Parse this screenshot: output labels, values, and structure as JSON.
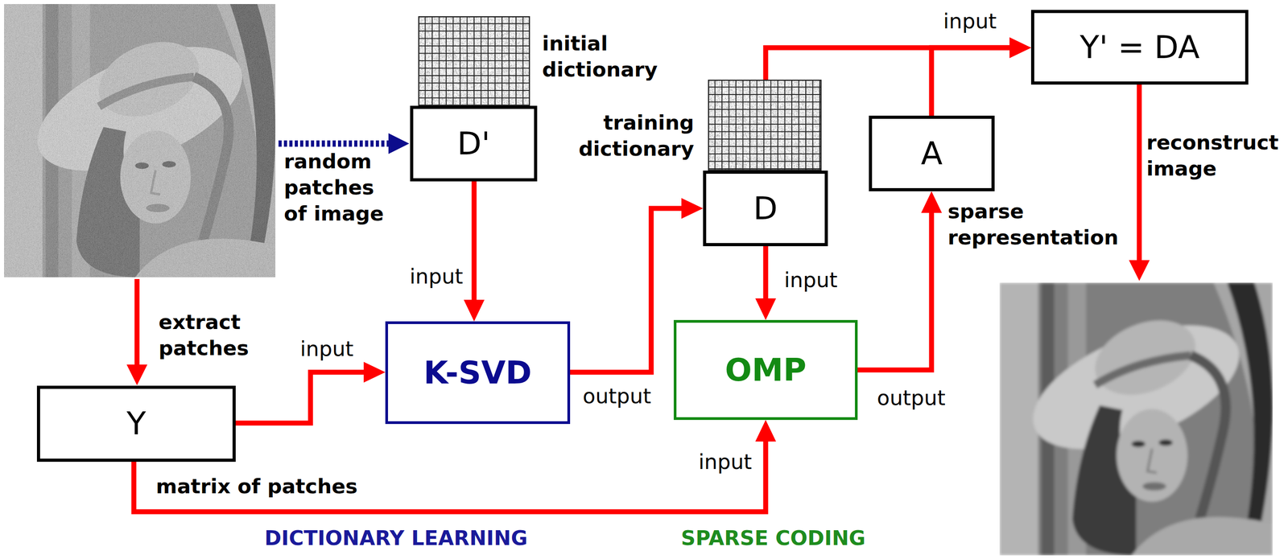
{
  "diagram": {
    "nodes": [
      {
        "text": [
          "D'"
        ]
      },
      {
        "text": [
          "Y"
        ]
      },
      {
        "text": [
          "K-SVD"
        ]
      },
      {
        "text": [
          "D"
        ]
      },
      {
        "text": [
          "OMP"
        ]
      },
      {
        "text": [
          "A"
        ]
      },
      {
        "text": [
          "Y' = DA"
        ]
      }
    ],
    "edges": [
      {
        "from": 1,
        "to": 2,
        "arrow": "to",
        "label": "input"
      },
      {
        "from": 0,
        "to": 2,
        "arrow": "to",
        "label": "input"
      },
      {
        "from": 2,
        "to": 3,
        "arrow": "to",
        "label": "output"
      },
      {
        "from": 3,
        "to": 4,
        "arrow": "to",
        "label": "input"
      },
      {
        "from": 1,
        "to": 4,
        "arrow": "to",
        "label": "input"
      },
      {
        "from": 4,
        "to": 5,
        "arrow": "to",
        "label": "output"
      },
      {
        "from": 3,
        "to": 6,
        "arrow": "to",
        "label": "input"
      },
      {
        "from": 5,
        "to": 6,
        "arrow": "to"
      }
    ],
    "labels": [
      "random patches of image",
      "initial dictionary",
      "training dictionary",
      "extract patches",
      "matrix of patches",
      "sparse representation",
      "reconstruct image",
      "DICTIONARY LEARNING",
      "SPARSE CODING"
    ]
  }
}
